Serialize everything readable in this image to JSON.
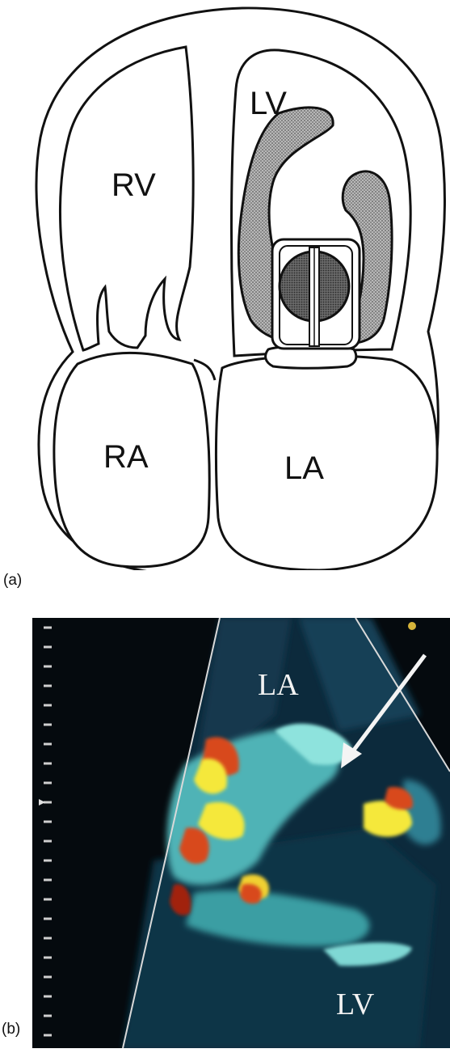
{
  "panels": [
    {
      "id": "a",
      "label": "(a)",
      "chambers": {
        "rv": "RV",
        "lv": "LV",
        "ra": "RA",
        "la": "LA"
      }
    },
    {
      "id": "b",
      "label": "(b)",
      "chambers": {
        "la": "LA",
        "lv": "LV"
      }
    }
  ],
  "colors": {
    "outline": "#111111",
    "prosthesis_fill": "#9a9a9a",
    "echo_background": "#07121a",
    "flow_cyan": "#7fd8d4",
    "flow_yellow": "#f5e83a",
    "flow_red": "#d84a1a"
  }
}
